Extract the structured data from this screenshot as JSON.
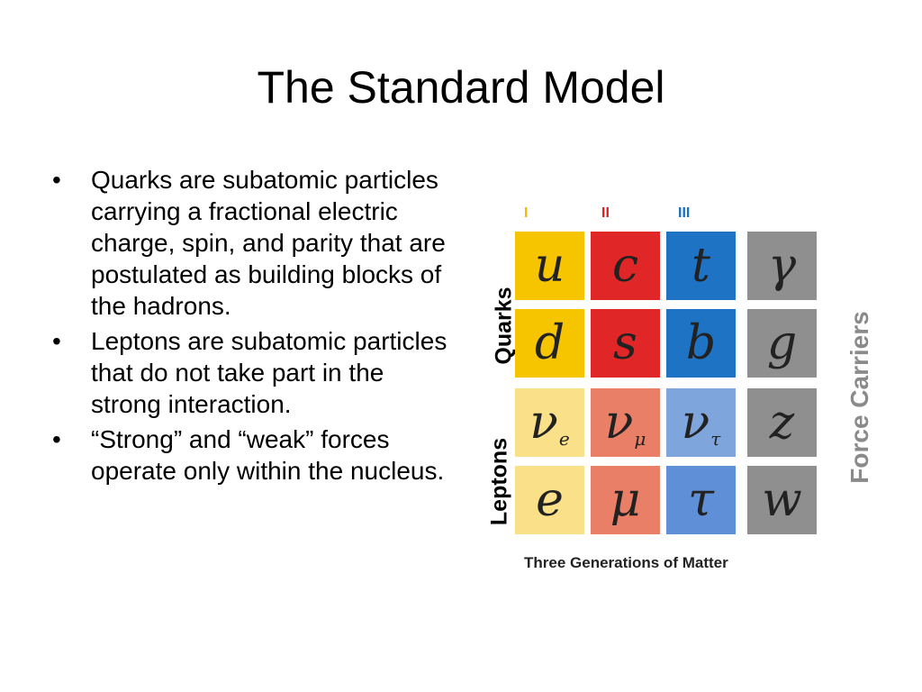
{
  "title": "The Standard Model",
  "bullets": [
    "Quarks are subatomic particles carrying a fractional electric charge, spin, and parity that are postulated as building blocks of the hadrons.",
    "Leptons are subatomic particles that do not take part in the strong interaction.",
    "“Strong” and “weak” forces operate only within the nucleus."
  ],
  "bullet_glyph": "•",
  "figure": {
    "generations": [
      {
        "label": "I",
        "color": "#f5b800"
      },
      {
        "label": "II",
        "color": "#d62020"
      },
      {
        "label": "III",
        "color": "#1a6fc0"
      }
    ],
    "quarks_label": "Quarks",
    "leptons_label": "Leptons",
    "force_carriers_label": "Force Carriers",
    "caption": "Three Generations of Matter",
    "cells": [
      [
        {
          "sym": "u",
          "sub": "",
          "color": "#f7c400"
        },
        {
          "sym": "c",
          "sub": "",
          "color": "#e02626"
        },
        {
          "sym": "t",
          "sub": "",
          "color": "#1e73c4"
        },
        {
          "sym": "γ",
          "sub": "",
          "color": "#8f8f8f"
        }
      ],
      [
        {
          "sym": "d",
          "sub": "",
          "color": "#f7c400"
        },
        {
          "sym": "s",
          "sub": "",
          "color": "#e02626"
        },
        {
          "sym": "b",
          "sub": "",
          "color": "#1e73c4"
        },
        {
          "sym": "g",
          "sub": "",
          "color": "#8f8f8f"
        }
      ],
      [
        {
          "sym": "ν",
          "sub": "e",
          "color": "#fbe08a"
        },
        {
          "sym": "ν",
          "sub": "μ",
          "color": "#ea7f68"
        },
        {
          "sym": "ν",
          "sub": "τ",
          "color": "#7fa6dc"
        },
        {
          "sym": "z",
          "sub": "",
          "color": "#8f8f8f"
        }
      ],
      [
        {
          "sym": "e",
          "sub": "",
          "color": "#fbe08a"
        },
        {
          "sym": "μ",
          "sub": "",
          "color": "#ea7f68"
        },
        {
          "sym": "τ",
          "sub": "",
          "color": "#5f8fd6"
        },
        {
          "sym": "w",
          "sub": "",
          "color": "#8f8f8f"
        }
      ]
    ]
  }
}
